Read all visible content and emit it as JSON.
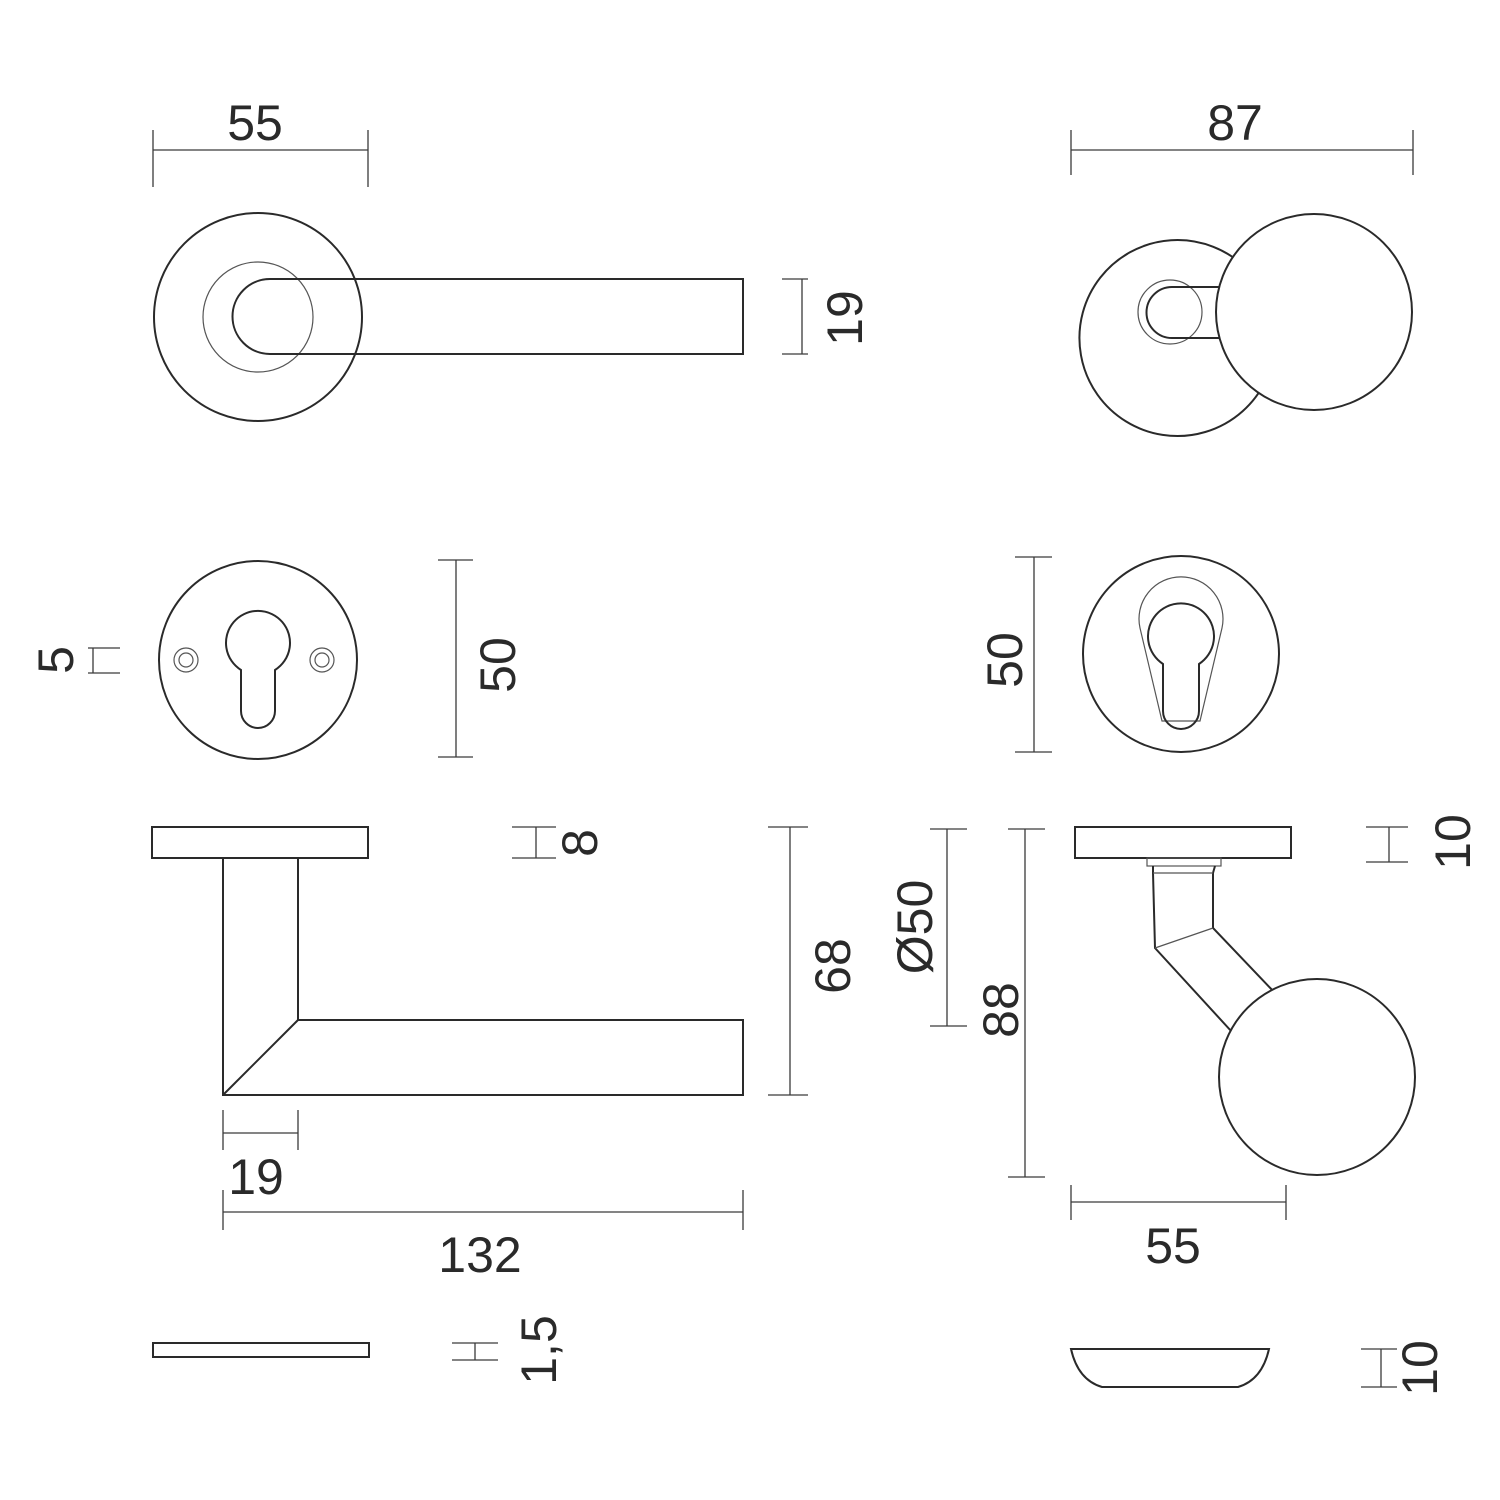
{
  "drawing": {
    "lever_top_view": {
      "rose_width": "55",
      "lever_thickness": "19"
    },
    "knob_top_view": {
      "overall_width": "87"
    },
    "escutcheon_left": {
      "screw_hole_size": "5",
      "diameter": "50"
    },
    "escutcheon_right": {
      "diameter": "50"
    },
    "lever_side_view": {
      "rose_thickness": "8",
      "height": "68",
      "neck_width": "19",
      "length": "132"
    },
    "knob_side_view": {
      "knob_diameter": "Ø50",
      "projection": "88",
      "rose_thickness": "10",
      "rose_diameter": "55"
    },
    "flat_rose_profile": {
      "thickness": "1,5"
    },
    "cup_rose_profile": {
      "height": "10"
    }
  },
  "colors": {
    "line": "#2a2a2a",
    "background": "#ffffff"
  }
}
